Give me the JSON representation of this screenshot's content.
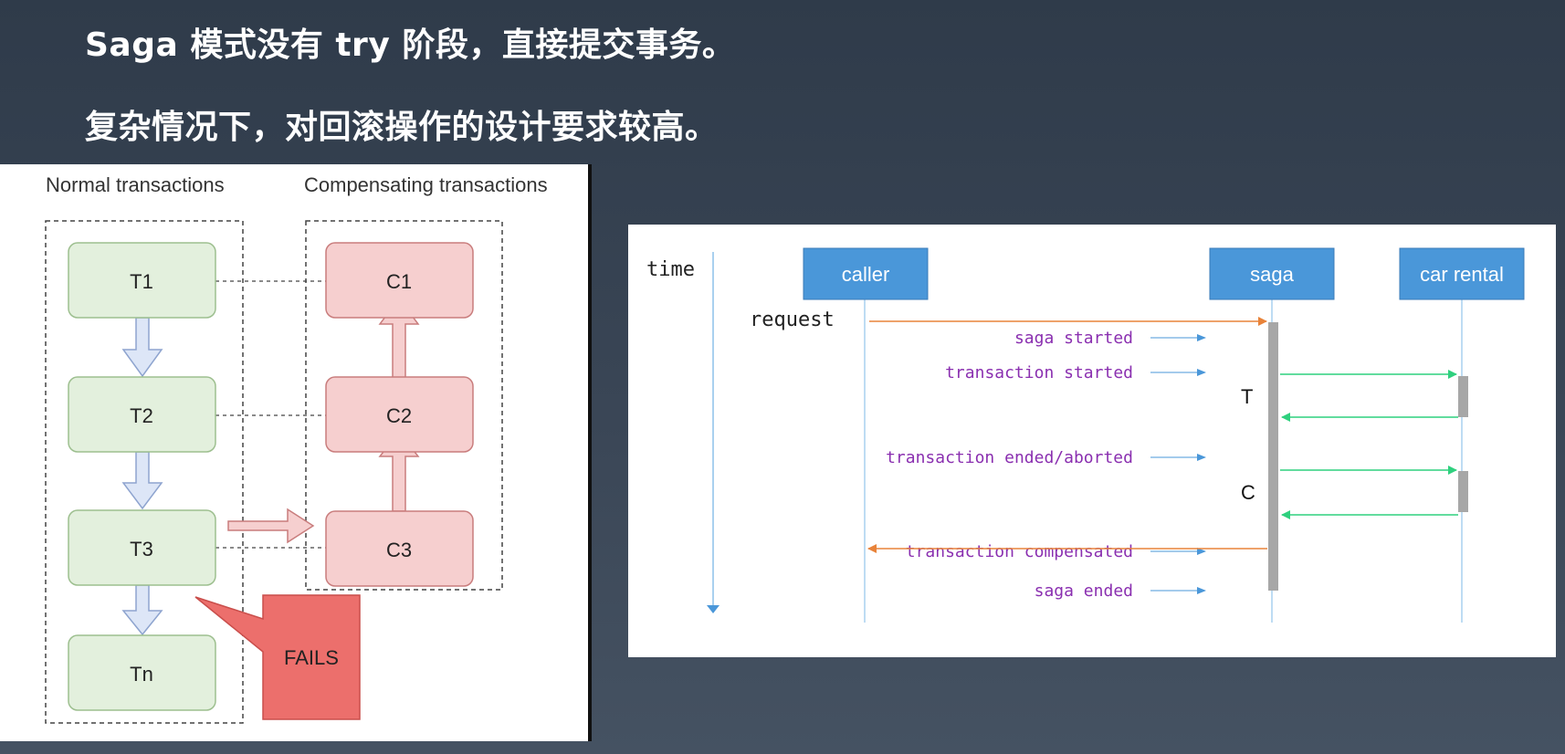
{
  "header": {
    "line1": "Saga 模式没有 try 阶段，直接提交事务。",
    "line2": "复杂情况下，对回滚操作的设计要求较高。"
  },
  "left_diagram": {
    "normal_title": "Normal transactions",
    "compensating_title": "Compensating transactions",
    "normal": [
      "T1",
      "T2",
      "T3",
      "Tn"
    ],
    "compensating": [
      "C1",
      "C2",
      "C3"
    ],
    "fail_label": "FAILS",
    "colors": {
      "normal_fill": "#e3f0dd",
      "normal_stroke": "#9dbf8f",
      "comp_fill": "#f6cfcf",
      "comp_stroke": "#c97d7d",
      "arrow_blue_fill": "#dde6f7",
      "arrow_blue_stroke": "#8ea4cf",
      "fail_fill": "#ec6f6c"
    }
  },
  "right_diagram": {
    "time_label": "time",
    "participants": [
      "caller",
      "saga",
      "car rental"
    ],
    "request_label": "request",
    "events": [
      "saga started",
      "transaction started",
      "transaction ended/aborted",
      "transaction compensated",
      "saga ended"
    ],
    "activation_labels": [
      "T",
      "C"
    ],
    "colors": {
      "participant_fill": "#4a97d9",
      "event_text": "#8a2fb0",
      "request_arrow": "#e8833a",
      "green_arrow": "#2fd07e",
      "lifeline": "#a9d0ef"
    }
  }
}
